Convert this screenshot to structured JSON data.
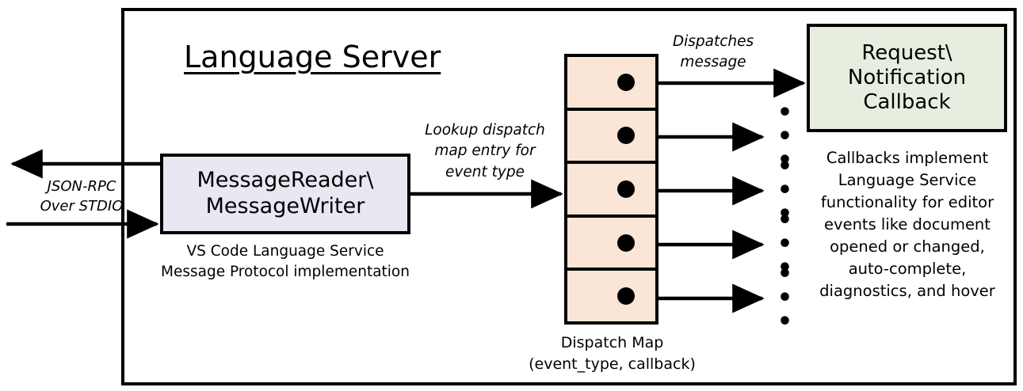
{
  "diagram": {
    "title": "Language Server",
    "frame_color": "#000000",
    "background": "#ffffff"
  },
  "left_channel": {
    "label_line1": "JSON-RPC",
    "label_line2": "Over STDIO",
    "outbound_arrow": "arrow-left-out",
    "inbound_arrow": "arrow-right-in"
  },
  "message_io": {
    "box_line1": "MessageReader\\",
    "box_line2": "MessageWriter",
    "fill_color": "#EAE6F2",
    "caption_line1": "VS Code Language Service",
    "caption_line2": "Message Protocol implementation"
  },
  "lookup_edge": {
    "label_line1": "Lookup dispatch",
    "label_line2": "map entry for",
    "label_line3": "event type"
  },
  "dispatch_map": {
    "fill_color": "#FBE5D6",
    "row_count": 5,
    "rows": [
      {
        "dot": "entry-dot",
        "outgoing": "callback-arrow"
      },
      {
        "dot": "entry-dot",
        "outgoing": "callback-arrow"
      },
      {
        "dot": "entry-dot",
        "outgoing": "callback-arrow"
      },
      {
        "dot": "entry-dot",
        "outgoing": "callback-arrow"
      },
      {
        "dot": "entry-dot",
        "outgoing": "callback-arrow"
      }
    ],
    "caption_line1": "Dispatch Map",
    "caption_line2": "(event_type, callback)",
    "dispatch_label_line1": "Dispatches",
    "dispatch_label_line2": "message",
    "ellipsis": "• • •"
  },
  "callback": {
    "box_line1": "Request\\",
    "box_line2": "Notification",
    "box_line3": "Callback",
    "fill_color": "#E8EEDF",
    "caption_line1": "Callbacks implement",
    "caption_line2": "Language Service",
    "caption_line3": "functionality for editor",
    "caption_line4": "events like document",
    "caption_line5": "opened or changed,",
    "caption_line6": "auto-complete,",
    "caption_line7": "diagnostics, and hover"
  }
}
